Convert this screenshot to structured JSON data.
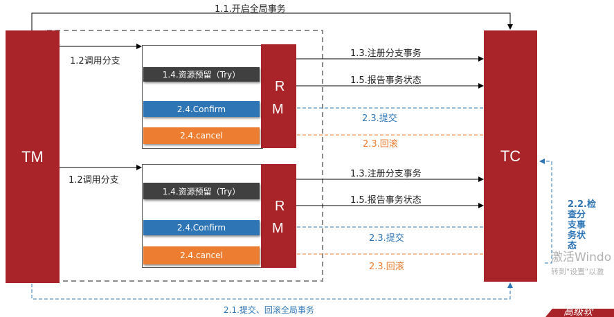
{
  "nodes": {
    "tm": "TM",
    "tc": "TC",
    "rm": [
      "R",
      "M"
    ]
  },
  "top_arrow": "1.1.开启全局事务",
  "bottom_arrow": "2.1.提交、回滚全局事务",
  "check_status": "2.2.检\n查分\n支事\n务状\n态",
  "groups": [
    {
      "call_branch": "1.2调用分支",
      "try": "1.4.资源预留（Try）",
      "confirm": "2.4.Confirm",
      "cancel": "2.4.cancel",
      "register": "1.3.注册分支事务",
      "report": "1.5.报告事务状态",
      "commit": "2.3.提交",
      "rollback": "2.3.回滚"
    },
    {
      "call_branch": "1.2调用分支",
      "try": "1.4.资源预留（Try）",
      "confirm": "2.4.Confirm",
      "cancel": "2.4.cancel",
      "register": "1.3.注册分支事务",
      "report": "1.5.报告事务状态",
      "commit": "2.3.提交",
      "rollback": "2.3.回滚"
    }
  ],
  "watermark": {
    "line1": "激活Windo",
    "line2": "转到\"设置\"以激",
    "corner": "高级软"
  },
  "colors": {
    "red": "#a82428",
    "blue": "#2e75b6",
    "orange": "#ed7d31",
    "dark": "#404040"
  }
}
